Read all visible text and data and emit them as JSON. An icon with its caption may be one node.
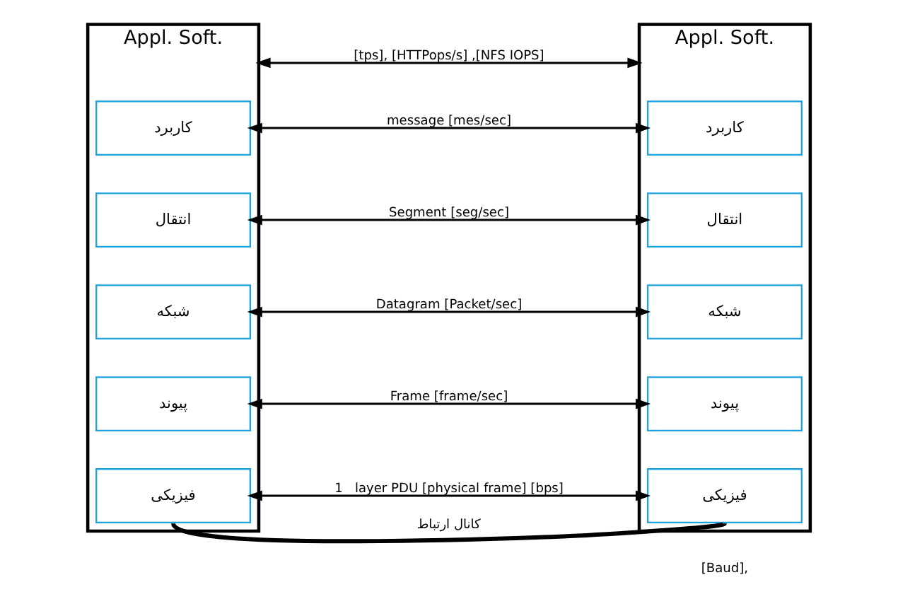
{
  "diagram": {
    "nodes": [
      {
        "text": [
          "Appl. Soft."
        ]
      },
      {
        "text": [
          "کاربرد"
        ],
        "in": 0
      },
      {
        "text": [
          "انتقال"
        ],
        "in": 0
      },
      {
        "text": [
          "شبکه"
        ],
        "in": 0
      },
      {
        "text": [
          "پیوند"
        ],
        "in": 0
      },
      {
        "text": [
          "فیزیکی"
        ],
        "in": 0
      },
      {
        "text": [
          "Appl. Soft."
        ]
      },
      {
        "text": [
          "کاربرد"
        ],
        "in": 6
      },
      {
        "text": [
          "انتقال"
        ],
        "in": 6
      },
      {
        "text": [
          "شبکه"
        ],
        "in": 6
      },
      {
        "text": [
          "پیوند"
        ],
        "in": 6
      },
      {
        "text": [
          "فیزیکی"
        ],
        "in": 6
      }
    ],
    "edges": [
      {
        "from": 0,
        "to": 6,
        "arrow": "both",
        "label": "[tps], [HTTPops/s] ,[NFS IOPS]"
      },
      {
        "from": 1,
        "to": 7,
        "arrow": "both",
        "label": "message [mes/sec]"
      },
      {
        "from": 2,
        "to": 8,
        "arrow": "both",
        "label": "Segment [seg/sec]"
      },
      {
        "from": 3,
        "to": 9,
        "arrow": "both",
        "label": "Datagram [Packet/sec]"
      },
      {
        "from": 4,
        "to": 10,
        "arrow": "both",
        "label": "Frame [frame/sec]"
      },
      {
        "from": 5,
        "to": 11,
        "arrow": "both",
        "label": "1   layer PDU [physical frame] [bps]"
      },
      {
        "from": 5,
        "to": 11,
        "arrow": "none",
        "style": "thick",
        "label": "کانال ارتباط"
      }
    ],
    "labels": [
      "[Baud],"
    ]
  }
}
